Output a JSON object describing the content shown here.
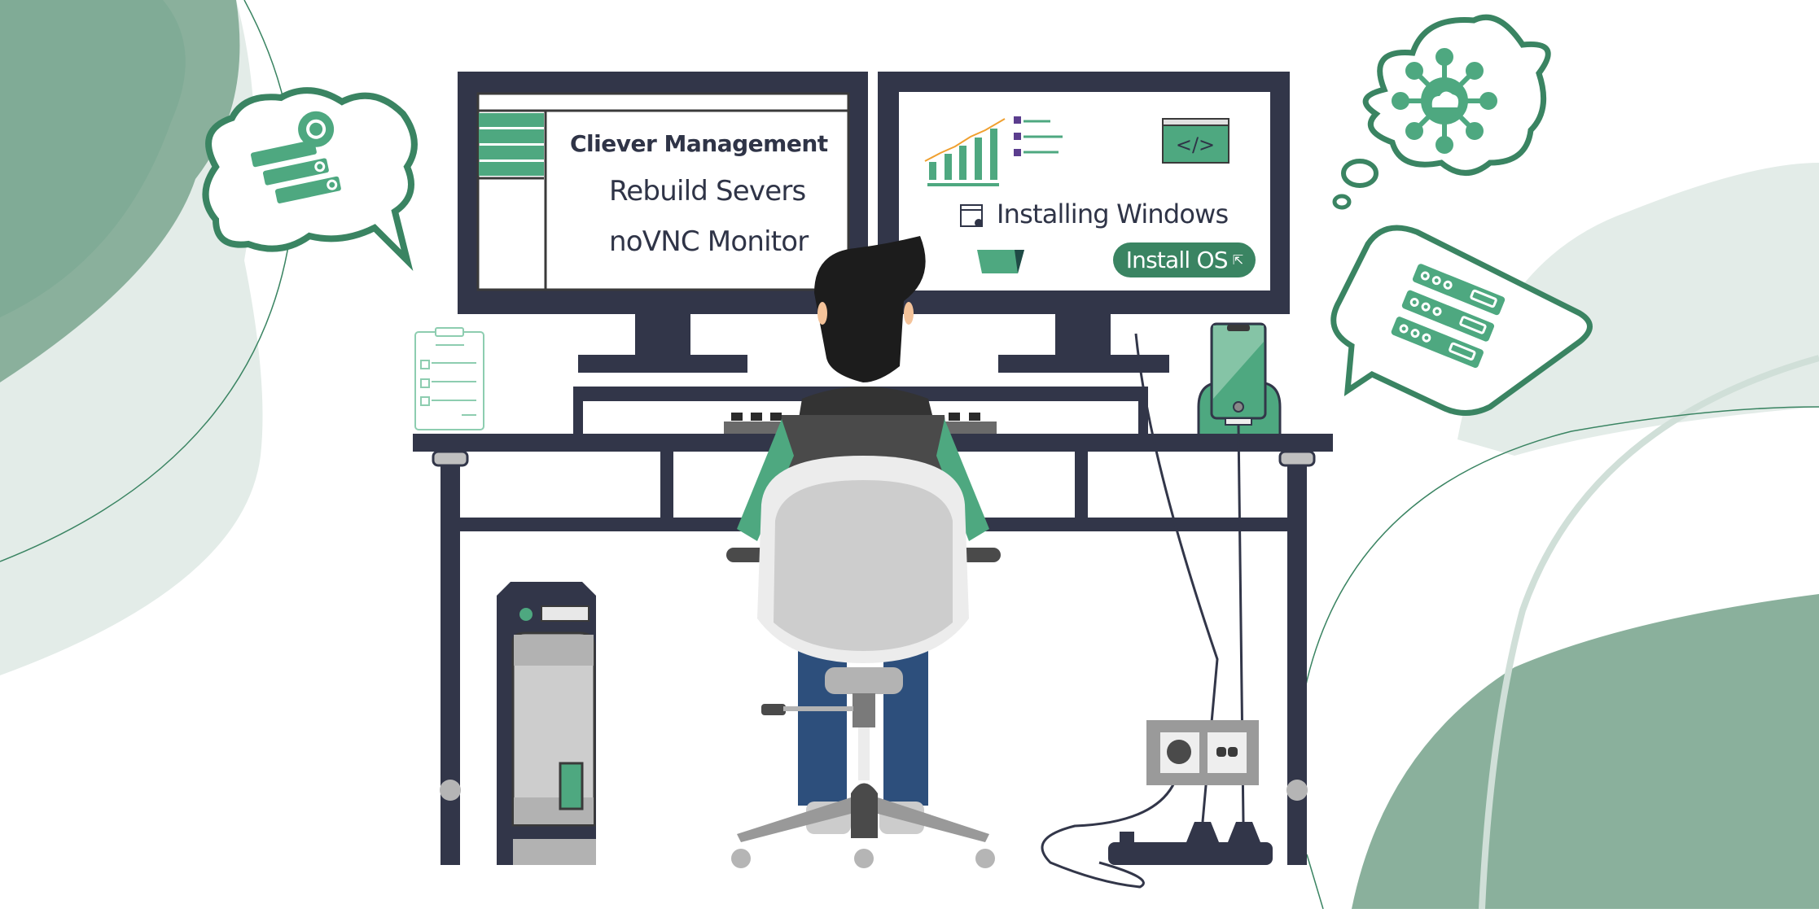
{
  "illustration": {
    "subject": "Person at desk managing servers on two monitors",
    "colors": {
      "navy": "#323649",
      "green": "#4ea880",
      "dark_green": "#3a8462",
      "sage": "#7fa994",
      "light_sage": "#e3ece8",
      "chair_gray": "#cdcdcd",
      "jeans": "#2d4f7c",
      "hair": "#1c1c1c"
    }
  },
  "left_monitor": {
    "title": "Cliever Management",
    "menu": [
      {
        "icon": "server-gear-icon",
        "label": "Rebuild Severs"
      },
      {
        "icon": "monitor-chart-icon",
        "label": "noVNC Monitor"
      }
    ],
    "sidebar_items": 4
  },
  "right_monitor": {
    "status_icon": "window-gear-icon",
    "status_text": "Installing Windows",
    "button_label": "Install OS",
    "button_cursor": "⇱",
    "code_window_label": "</>",
    "checklist_items": 3,
    "chart_bars": 5
  },
  "bubbles": {
    "left": "server-settings-icon",
    "top_right": "cloud-network-icon",
    "right": "server-rack-icon"
  }
}
